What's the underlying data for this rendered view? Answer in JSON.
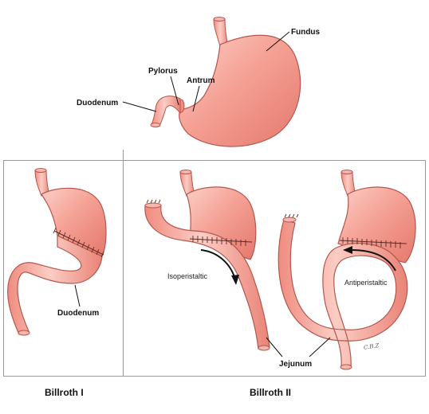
{
  "top_labels": {
    "fundus": "Fundus",
    "pylorus": "Pylorus",
    "antrum": "Antrum",
    "duodenum": "Duodenum"
  },
  "billroth1": {
    "label_duodenum": "Duodenum",
    "caption": "Billroth I"
  },
  "billroth2": {
    "isoperistaltic": "Isoperistaltic",
    "antiperistaltic": "Antiperistaltic",
    "jejunum": "Jejunum",
    "caption": "Billroth II",
    "artist_signature": "C.B.Z"
  },
  "colors": {
    "tissue_fill": "#f2998e",
    "tissue_outline": "#b4574e",
    "tissue_highlight": "#fbcfc6",
    "panel_border": "#9a9a9a"
  }
}
